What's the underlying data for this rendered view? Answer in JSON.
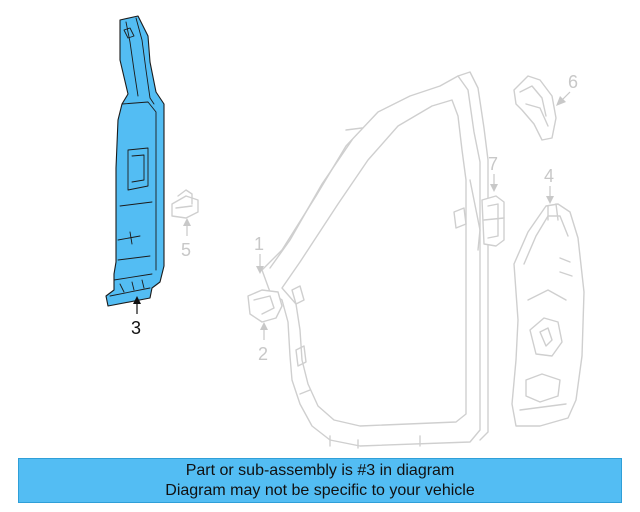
{
  "callouts": [
    {
      "id": "1",
      "label": "1",
      "highlighted": false
    },
    {
      "id": "2",
      "label": "2",
      "highlighted": false
    },
    {
      "id": "3",
      "label": "3",
      "highlighted": true
    },
    {
      "id": "4",
      "label": "4",
      "highlighted": false
    },
    {
      "id": "5",
      "label": "5",
      "highlighted": false
    },
    {
      "id": "6",
      "label": "6",
      "highlighted": false
    },
    {
      "id": "7",
      "label": "7",
      "highlighted": false
    }
  ],
  "banner": {
    "line1": "Part or sub-assembly is #3 in diagram",
    "line2": "Diagram may not be specific to your vehicle"
  },
  "colors": {
    "highlight": "#53bdf3",
    "ghost": "#cfcfcf",
    "outline": "#1b1b1b"
  }
}
